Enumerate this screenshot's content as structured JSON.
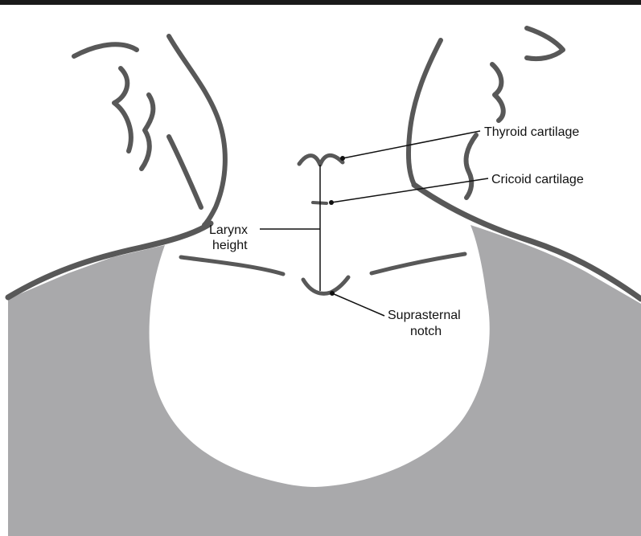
{
  "labels": {
    "thyroid_line1": "Thyroid cartilage",
    "cricoid_line1": "Cricoid cartilage",
    "larynx_line1": "Larynx",
    "larynx_line2": "height",
    "supra_line1": "Suprasternal",
    "supra_line2": "notch"
  },
  "colors": {
    "border": "#1a1a1a",
    "garment": "#a9a9ab",
    "skin_line": "#585858",
    "leader": "#111111",
    "background": "#ffffff"
  }
}
